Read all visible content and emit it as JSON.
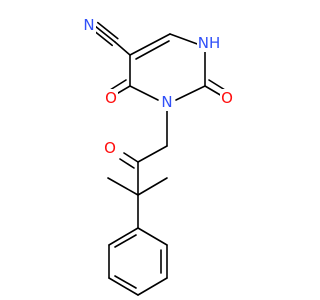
{
  "molecule": {
    "colors": {
      "carbon_bond": "#000000",
      "oxygen": "#ff0d0d",
      "nitrogen": "#3050f8",
      "background": "#ffffff"
    },
    "atom_labels": {
      "nitrile_n": "N",
      "ring_nh": "NH",
      "ring_n3": "N",
      "c4_oxygen": "O",
      "c2_oxygen": "O",
      "ketone_oxygen": "O"
    }
  }
}
